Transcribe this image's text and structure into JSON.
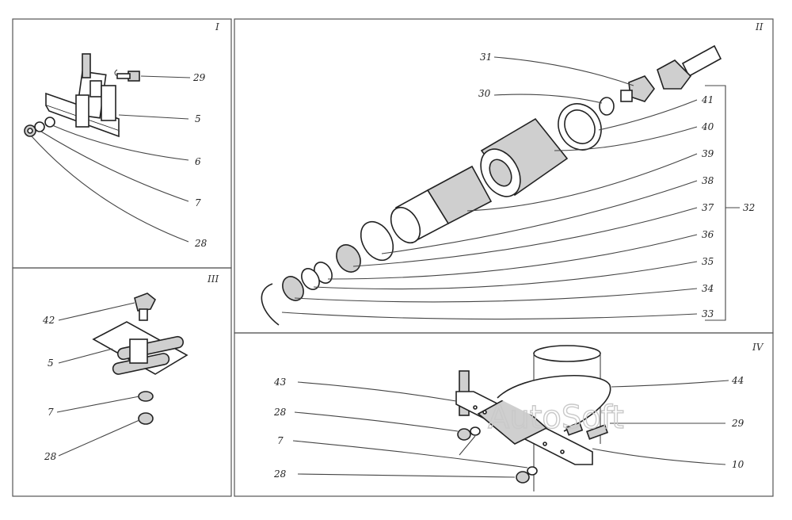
{
  "panels": {
    "p1": {
      "roman": "I",
      "labels": {
        "l29": "29",
        "l5": "5",
        "l6": "6",
        "l7": "7",
        "l28": "28"
      }
    },
    "p2": {
      "roman": "II",
      "labels": {
        "l31": "31",
        "l30": "30",
        "l41": "41",
        "l40": "40",
        "l39": "39",
        "l38": "38",
        "l37": "37",
        "l36": "36",
        "l35": "35",
        "l34": "34",
        "l33": "33",
        "l32": "32"
      }
    },
    "p3": {
      "roman": "III",
      "labels": {
        "l42": "42",
        "l5": "5",
        "l7": "7",
        "l28": "28"
      }
    },
    "p4": {
      "roman": "IV",
      "labels": {
        "l43": "43",
        "l28": "28",
        "l7": "7",
        "l28b": "28",
        "l44": "44",
        "l29": "29",
        "l10": "10"
      }
    }
  },
  "watermark": "AutoSoft"
}
